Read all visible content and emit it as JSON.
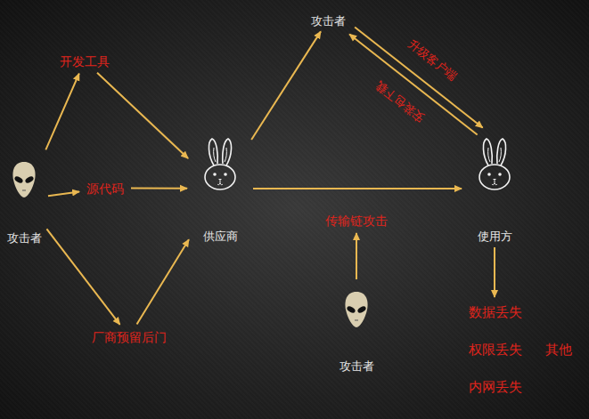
{
  "diagram": {
    "nodes": [
      {
        "text": [
          "攻击者"
        ]
      },
      {
        "text": [
          "开发工具"
        ]
      },
      {
        "text": [
          "源代码"
        ]
      },
      {
        "text": [
          "厂商预留后门"
        ]
      },
      {
        "text": [
          "供应商"
        ]
      },
      {
        "text": [
          "攻击者"
        ]
      },
      {
        "text": [
          "使用方"
        ]
      },
      {
        "text": [
          "传输链攻击"
        ]
      },
      {
        "text": [
          "攻击者"
        ]
      },
      {
        "text": [
          "数据丢失",
          "权限丢失",
          "其他",
          "内网丢失"
        ]
      }
    ],
    "edges": [
      {
        "from": 0,
        "to": 1,
        "arrow": "to"
      },
      {
        "from": 0,
        "to": 2,
        "arrow": "to"
      },
      {
        "from": 0,
        "to": 3,
        "arrow": "to"
      },
      {
        "from": 1,
        "to": 4,
        "arrow": "to"
      },
      {
        "from": 2,
        "to": 4,
        "arrow": "to"
      },
      {
        "from": 3,
        "to": 4,
        "arrow": "to"
      },
      {
        "from": 4,
        "to": 5,
        "arrow": "to"
      },
      {
        "from": 4,
        "to": 6,
        "arrow": "to"
      },
      {
        "from": 5,
        "to": 6,
        "label": "升级客户端",
        "arrow": "to"
      },
      {
        "from": 6,
        "to": 5,
        "label": "安装包下载",
        "arrow": "to"
      },
      {
        "from": 8,
        "to": 7,
        "arrow": "to"
      },
      {
        "from": 6,
        "to": 9,
        "arrow": "to"
      }
    ]
  }
}
